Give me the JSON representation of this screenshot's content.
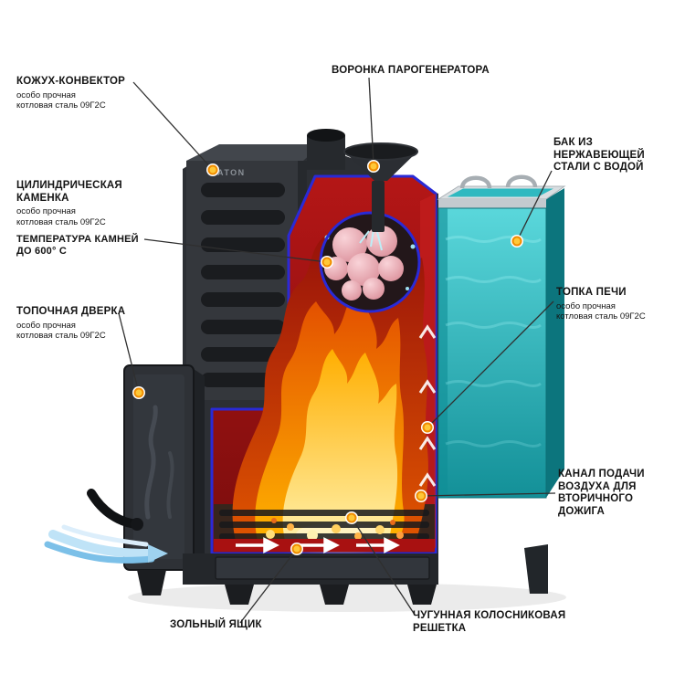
{
  "brand": {
    "logo_text": "ATON"
  },
  "colors": {
    "accent_blue": "#2a2ad6",
    "callout_orange": "#f08c00",
    "callout_yellow": "#ffc837",
    "tank_teal": "#2fb9c0",
    "interior_red": "#a31111",
    "flame_orange": "#ff8a00",
    "casing_dark": "#34373c",
    "background": "#ffffff"
  },
  "labels": [
    {
      "id": "kozhuh-konvektor",
      "title_lines": [
        "КОЖУХ-КОНВЕКТОР"
      ],
      "sub_lines": [
        "особо прочная",
        "котловая сталь 09Г2С"
      ]
    },
    {
      "id": "voronka-parogeneratora",
      "title_lines": [
        "ВОРОНКА ПАРОГЕНЕРАТОРА"
      ],
      "sub_lines": []
    },
    {
      "id": "bak-iz-nerzhaveyushchey-stali",
      "title_lines": [
        "БАК ИЗ",
        "НЕРЖАВЕЮЩЕЙ",
        "СТАЛИ С ВОДОЙ"
      ],
      "sub_lines": []
    },
    {
      "id": "tsilindricheskaya-kamenka",
      "title_lines": [
        "ЦИЛИНДРИЧЕСКАЯ",
        "КАМЕНКА"
      ],
      "sub_lines": [
        "особо прочная",
        "котловая сталь 09Г2С"
      ],
      "extra_lines": [
        "ТЕМПЕРАТУРА КАМНЕЙ",
        "ДО 600° С"
      ]
    },
    {
      "id": "topochnaya-dverka",
      "title_lines": [
        "ТОПОЧНАЯ ДВЕРКА"
      ],
      "sub_lines": [
        "особо прочная",
        "котловая сталь 09Г2С"
      ]
    },
    {
      "id": "topka-pechi",
      "title_lines": [
        "ТОПКА ПЕЧИ"
      ],
      "sub_lines": [
        "особо прочная",
        "котловая сталь 09Г2С"
      ]
    },
    {
      "id": "kanal-podachi-vozdukha",
      "title_lines": [
        "КАНАЛ ПОДАЧИ",
        "ВОЗДУХА ДЛЯ",
        "ВТОРИЧНОГО",
        "ДОЖИГА"
      ],
      "sub_lines": []
    },
    {
      "id": "zolny-yashchik",
      "title_lines": [
        "ЗОЛЬНЫЙ ЯЩИК"
      ],
      "sub_lines": []
    },
    {
      "id": "chugunnaya-reshetka",
      "title_lines": [
        "ЧУГУННАЯ КОЛОСНИКОВАЯ",
        "РЕШЕТКА"
      ],
      "sub_lines": []
    }
  ]
}
